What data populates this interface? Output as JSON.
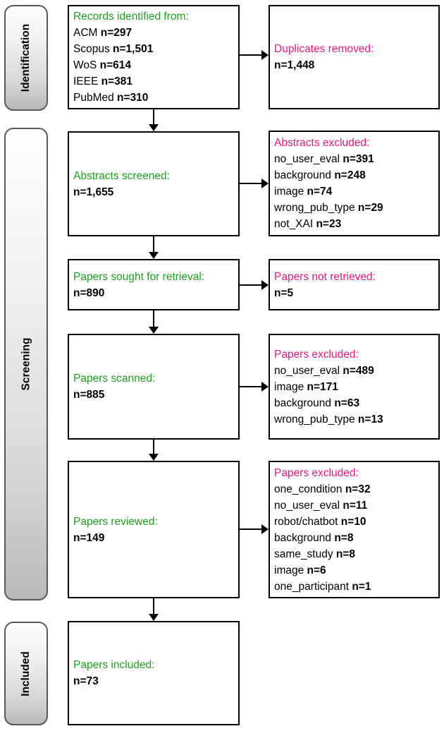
{
  "palette": {
    "step_green": "#1fa11f",
    "exclusion_pink": "#e8197d",
    "text_black": "#000000",
    "box_border": "#000000",
    "pill_gray": "#c9c9c9"
  },
  "stages": [
    {
      "label": "Identification"
    },
    {
      "label": "Screening"
    },
    {
      "label": "Included"
    }
  ],
  "flow": {
    "records": {
      "title": "Records identified from:",
      "lines": [
        {
          "t": "ACM",
          "v": "n=297"
        },
        {
          "t": "Scopus",
          "v": "n=1,501"
        },
        {
          "t": "WoS",
          "v": "n=614"
        },
        {
          "t": "IEEE",
          "v": "n=381"
        },
        {
          "t": "PubMed",
          "v": "n=310"
        }
      ]
    },
    "duplicates": {
      "title": "Duplicates removed:",
      "lines": [
        {
          "t": "",
          "v": "n=1,448"
        }
      ]
    },
    "screened": {
      "title": "Abstracts screened:",
      "lines": [
        {
          "t": "",
          "v": "n=1,655"
        }
      ]
    },
    "abstracts_excluded": {
      "title": "Abstracts excluded:",
      "lines": [
        {
          "t": "no_user_eval",
          "v": "n=391"
        },
        {
          "t": "background",
          "v": "n=248"
        },
        {
          "t": "image",
          "v": "n=74"
        },
        {
          "t": "wrong_pub_type",
          "v": "n=29"
        },
        {
          "t": "not_XAI",
          "v": "n=23"
        }
      ]
    },
    "sought": {
      "title": "Papers sought for retrieval:",
      "lines": [
        {
          "t": "",
          "v": "n=890"
        }
      ]
    },
    "not_retrieved": {
      "title": "Papers not retrieved:",
      "lines": [
        {
          "t": "",
          "v": "n=5"
        }
      ]
    },
    "scanned": {
      "title": "Papers scanned:",
      "lines": [
        {
          "t": "",
          "v": "n=885"
        }
      ]
    },
    "scan_excluded": {
      "title": "Papers excluded:",
      "lines": [
        {
          "t": "no_user_eval",
          "v": "n=489"
        },
        {
          "t": "image",
          "v": "n=171"
        },
        {
          "t": "background",
          "v": "n=63"
        },
        {
          "t": "wrong_pub_type",
          "v": "n=13"
        }
      ]
    },
    "reviewed": {
      "title": "Papers reviewed:",
      "lines": [
        {
          "t": "",
          "v": "n=149"
        }
      ]
    },
    "review_excluded": {
      "title": "Papers excluded:",
      "lines": [
        {
          "t": "one_condition",
          "v": "n=32"
        },
        {
          "t": "no_user_eval",
          "v": "n=11"
        },
        {
          "t": "robot/chatbot",
          "v": "n=10"
        },
        {
          "t": "background",
          "v": "n=8"
        },
        {
          "t": "same_study",
          "v": "n=8"
        },
        {
          "t": "image",
          "v": "n=6"
        },
        {
          "t": "one_participant",
          "v": "n=1"
        }
      ]
    },
    "included": {
      "title": "Papers included:",
      "lines": [
        {
          "t": "",
          "v": "n=73"
        }
      ]
    }
  }
}
